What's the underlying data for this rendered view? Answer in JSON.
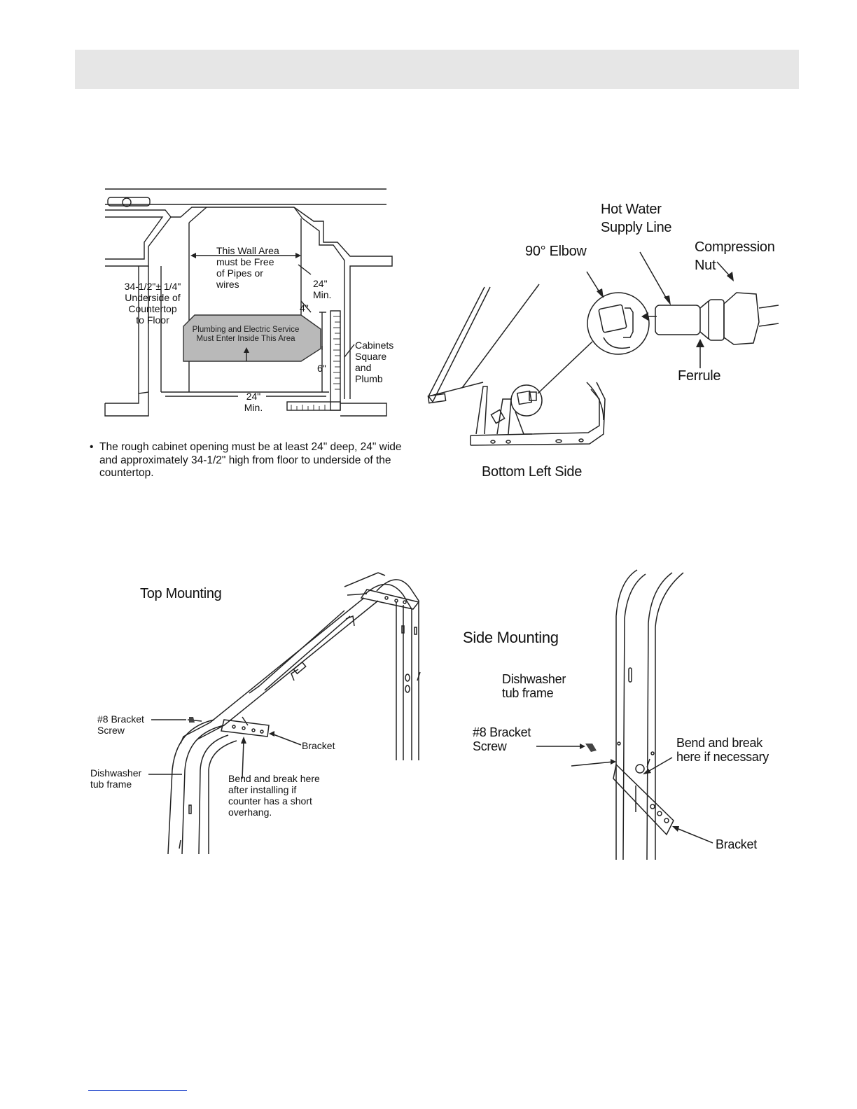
{
  "header": {
    "bar_color": "#e6e6e6"
  },
  "fig1": {
    "wall_area": "This Wall Area\nmust be Free\nof Pipes or\nwires",
    "height_dim": "34-1/2\"± 1/4\"\nUnderside of\nCountertop\nto Floor",
    "depth_dim": "24\"\nMin.",
    "dim_4": "4\"",
    "dim_6": "6\"",
    "width_dim": "24\"\nMin.",
    "service_area": "Plumbing and Electric Service\nMust Enter Inside This Area",
    "cabinets": "Cabinets\nSquare\nand\nPlumb",
    "bullet": "•",
    "note": "The rough cabinet opening must be at least 24\" deep, 24\" wide and approximately 34-1/2\" high from floor to underside of the countertop."
  },
  "fig2": {
    "hot_water": "Hot Water\nSupply Line",
    "elbow": "90° Elbow",
    "compression_nut": "Compression\nNut",
    "ferrule": "Ferrule",
    "caption": "Bottom Left Side"
  },
  "fig3": {
    "title": "Top Mounting",
    "screw": "#8 Bracket\nScrew",
    "bracket": "Bracket",
    "tub_frame": "Dishwasher\ntub frame",
    "bend_note": "Bend and break here\nafter installing if\ncounter has a short\noverhang."
  },
  "fig4": {
    "title": "Side Mounting",
    "tub_frame": "Dishwasher\ntub frame",
    "screw": "#8 Bracket\nScrew",
    "bend_note": "Bend and break\nhere if necessary",
    "bracket": "Bracket"
  },
  "footer": {
    "link_color": "#3a5bd1"
  }
}
